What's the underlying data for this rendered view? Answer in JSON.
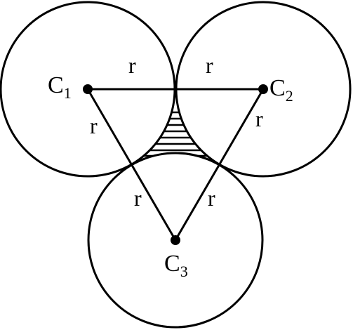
{
  "diagram": {
    "stroke_color": "#000000",
    "background": "#ffffff",
    "centers": [
      {
        "letter": "C",
        "index": "1"
      },
      {
        "letter": "C",
        "index": "2"
      },
      {
        "letter": "C",
        "index": "3"
      }
    ],
    "radius_labels": [
      "r",
      "r",
      "r",
      "r",
      "r",
      "r"
    ],
    "shaded_region": "hatched-horizontal-lines"
  }
}
